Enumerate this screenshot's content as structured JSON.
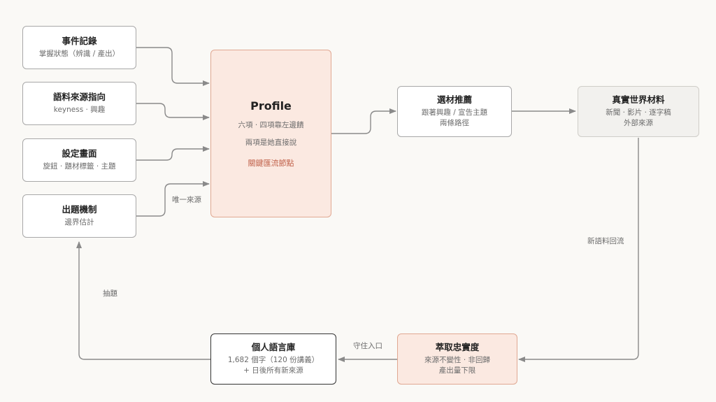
{
  "nodes": {
    "event_log": {
      "title": "事件記錄",
      "subtitle": "掌握狀態（辨識 / 產出）"
    },
    "corpus_pointer": {
      "title": "語料來源指向",
      "subtitle": "keyness · 興趣"
    },
    "settings_page": {
      "title": "設定畫面",
      "subtitle": "旋鈕 · 題材標籤 · 主題"
    },
    "question_mechanism": {
      "title": "出題機制",
      "subtitle": "邊界估計"
    },
    "profile": {
      "title": "Profile",
      "line1": "六項 · 四項靠左邊饋",
      "line2": "兩項是她直接說",
      "key_label": "關鍵匯流節點"
    },
    "material_recommend": {
      "title": "選材推薦",
      "line1": "跟著興趣 / 宣告主題",
      "line2": "兩條路徑"
    },
    "real_world_material": {
      "title": "真實世界材料",
      "line1": "新聞 · 影片 · 逐字稿",
      "line2": "外部來源"
    },
    "fidelity_extract": {
      "title": "萃取忠實度",
      "line1": "來源不變性 · 非回歸",
      "line2": "產出量下限"
    },
    "personal_corpus": {
      "title": "個人語言庫",
      "line1": "1,682 個字（120 份講義）",
      "line2": "+ 日後所有新來源"
    }
  },
  "edge_labels": {
    "only_source": "唯一來源",
    "new_corpus_flow": "新語料回流",
    "guard_entry": "守住入口",
    "draw_question": "抽題"
  },
  "colors": {
    "background": "#faf9f6",
    "highlight_fill": "#fbe9e1",
    "highlight_border": "#e0a892",
    "key_text": "#c0614a",
    "arrow": "#8a8a8a"
  }
}
